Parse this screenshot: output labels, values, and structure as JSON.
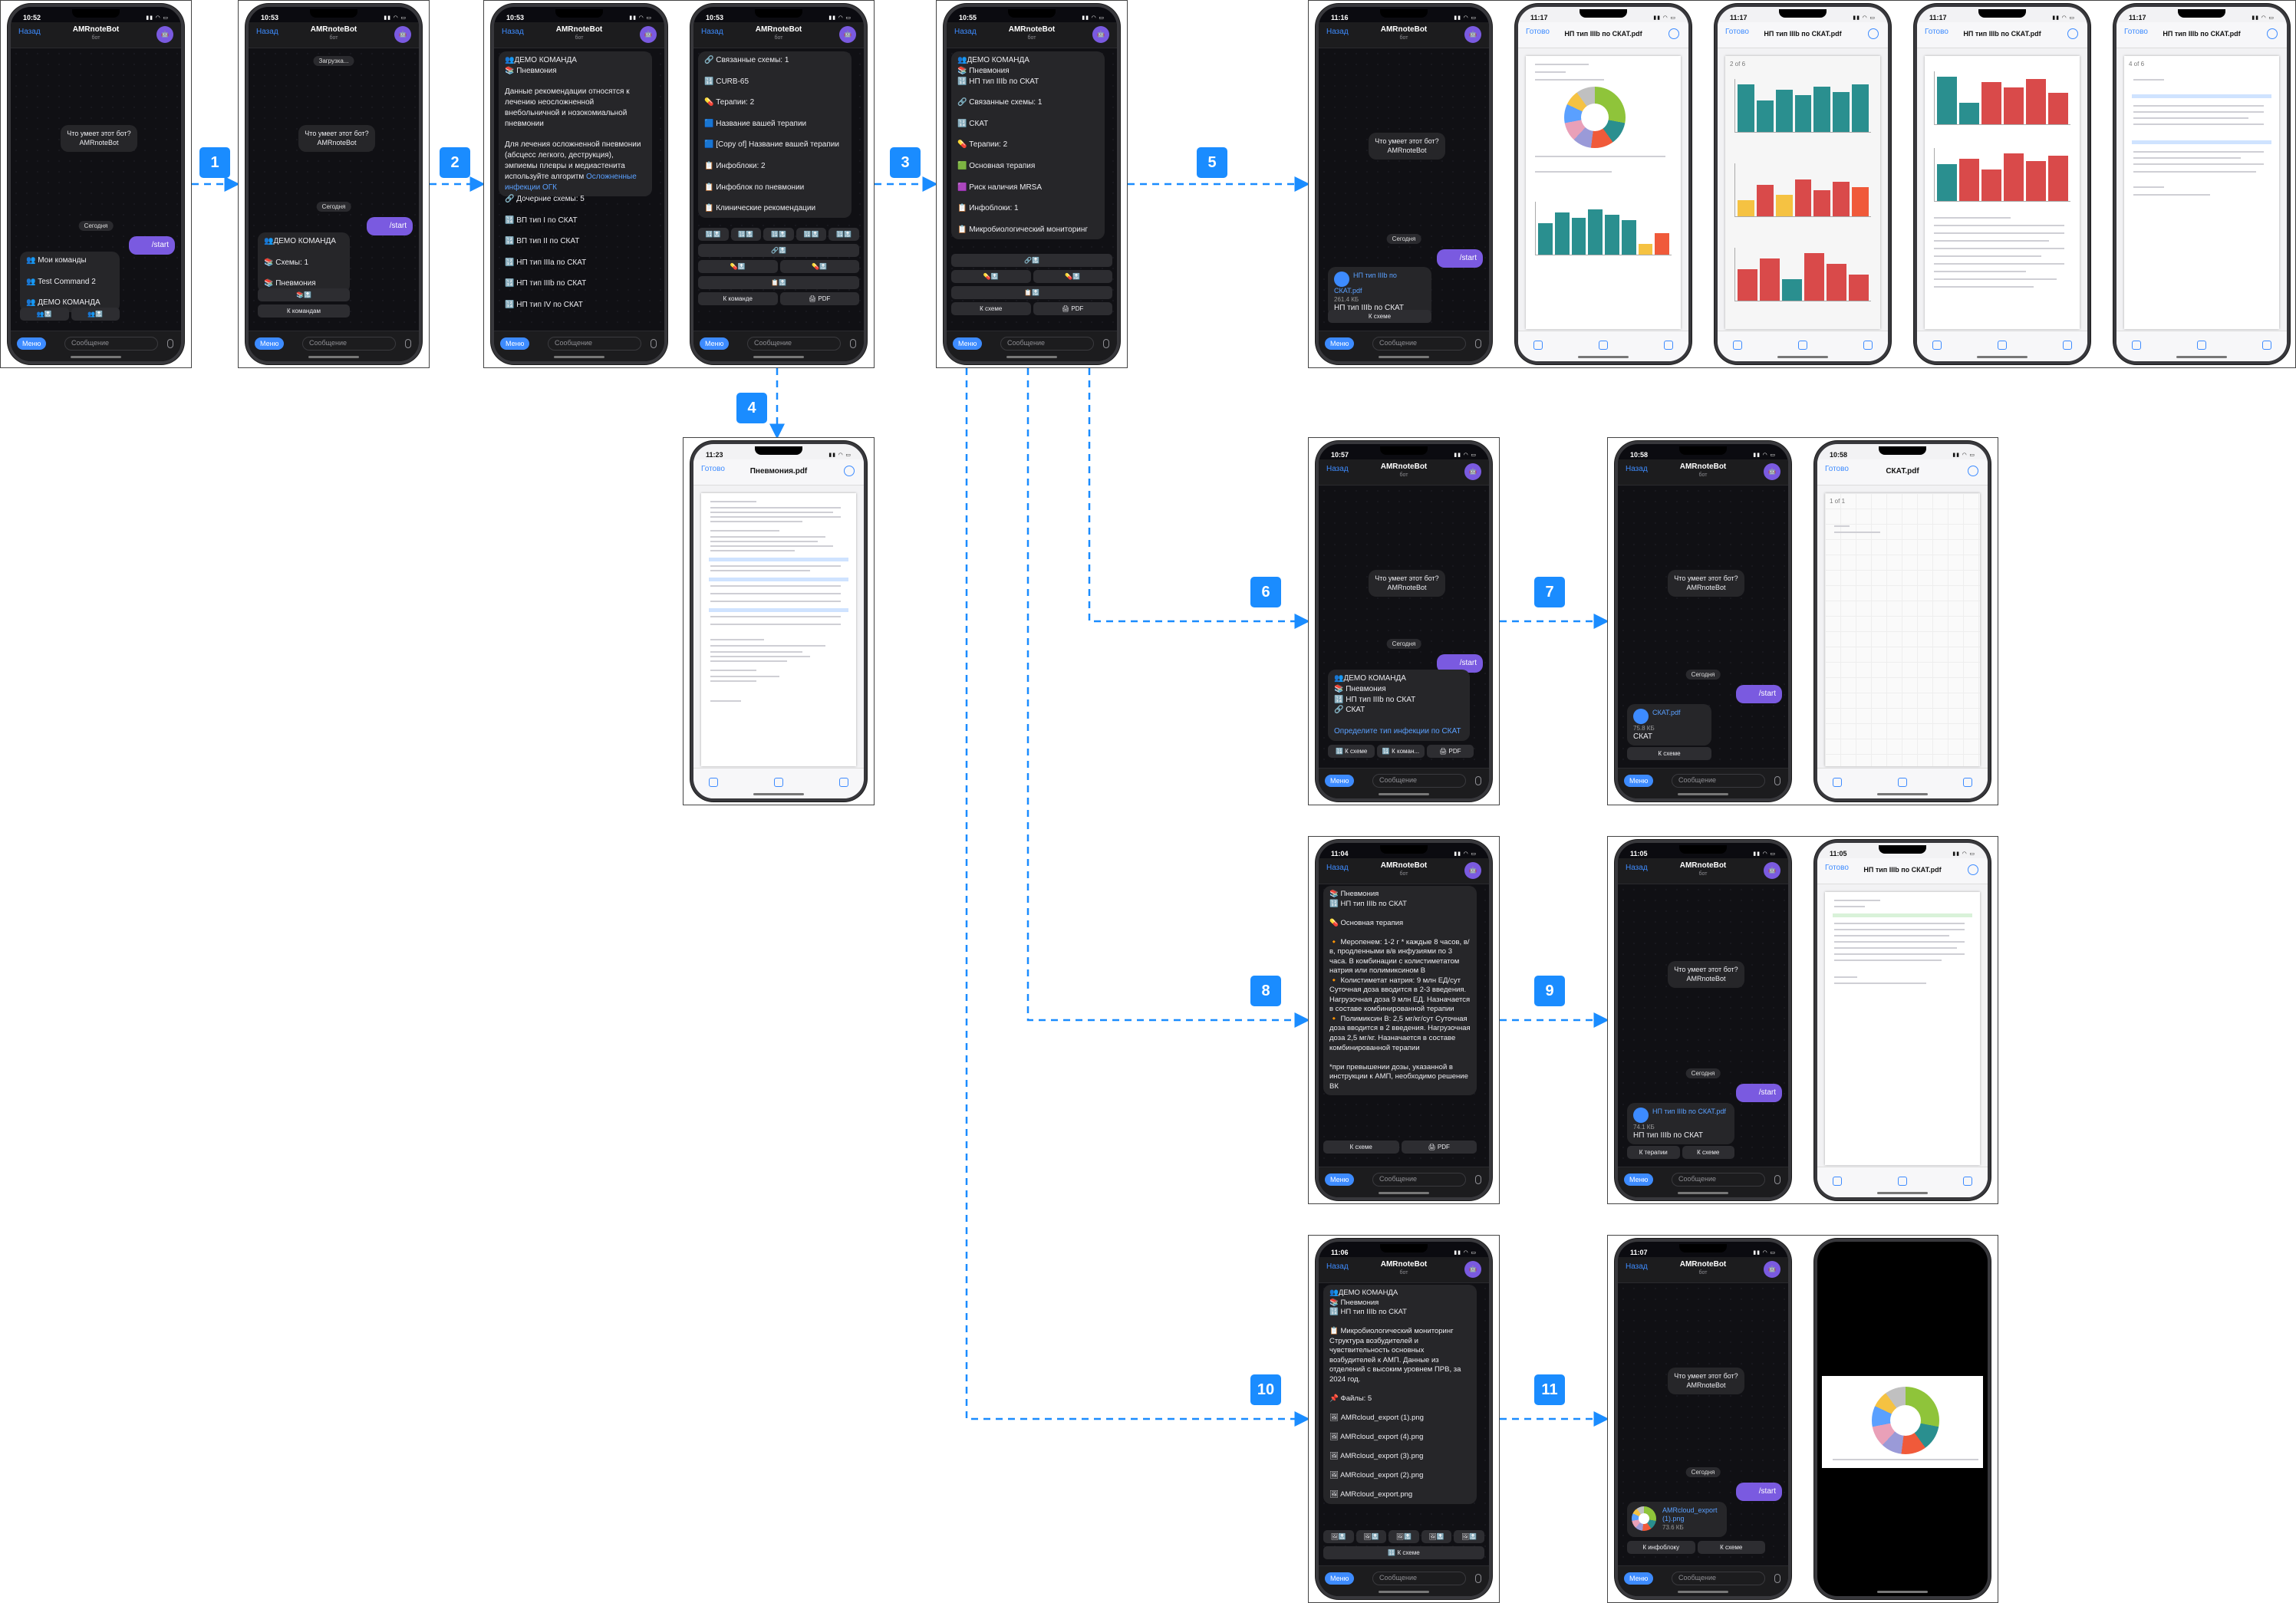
{
  "app": {
    "name": "AMRnoteBot",
    "subtitle": "бот",
    "back": "Назад",
    "menu": "Меню",
    "message_placeholder": "Сообщение",
    "done": "Готово",
    "loading": "Загрузка..."
  },
  "common": {
    "what_can": "Что умеет этот бот?\nAMRnoteBot",
    "today": "Сегодня",
    "start": "/start"
  },
  "badges": [
    "1",
    "2",
    "3",
    "4",
    "5",
    "6",
    "7",
    "8",
    "9",
    "10",
    "11"
  ],
  "s1": {
    "time": "10:52",
    "msg": "👥 Мои команды\n\n👥 Test Command 2\n\n👥 ДЕМО КОМАНДА",
    "btns": [
      "👥🔝",
      "👥🔝"
    ]
  },
  "s2": {
    "time": "10:53",
    "msg": "👥ДЕМО КОМАНДА\n\n📚 Схемы: 1\n\n📚 Пневмония",
    "btns1": [
      "📚🔝"
    ],
    "btns2": [
      "К командам"
    ]
  },
  "s3": {
    "time": "10:53",
    "msg": "👥ДЕМО КОМАНДА\n📚 Пневмония\n\nДанные рекомендации относятся к лечению неосложненной внебольничной и нозокомиальной пневмонии\n\nДля лечения осложненной пневмонии (абсцесс легкого, деструкция), эмпиемы плевры и медиастенита используйте алгоритм",
    "link": "Осложненные инфекции ОГК",
    "msg2": "🔗 Дочерние схемы: 5\n\n🔢 ВП тип I по СКАТ\n\n🔢 ВП тип II по СКАТ\n\n🔢 НП тип IIIa по СКАТ\n\n🔢 НП тип IIIb по СКАТ\n\n🔢 НП тип IV по СКАТ"
  },
  "s4": {
    "time": "10:53",
    "msg": "🔗 Связанные схемы: 1\n\n🔢 CURB-65\n\n💊 Терапии: 2\n\n🟦 Название вашей терапии\n\n🟦 [Copy of] Название вашей терапии\n\n📋 Инфоблоки: 2\n\n📋 Инфоблок по пневмонии\n\n📋 Клинические рекомендации",
    "btns1": [
      "🔢🔝",
      "🔢🔝",
      "🔢🔝",
      "🔢🔝",
      "🔢🔝"
    ],
    "btns2": [
      "🔗🔝"
    ],
    "btns3": [
      "💊🔝",
      "💊🔝"
    ],
    "btns4": [
      "📋🔝"
    ],
    "btns5": [
      "К команде",
      "🖨 PDF"
    ]
  },
  "s5": {
    "time": "10:55",
    "msg": "👥ДЕМО КОМАНДА\n📚 Пневмония\n🔢 НП тип IIIb по СКАТ\n\n🔗 Связанные схемы: 1\n\n🔢 СКАТ\n\n💊 Терапии: 2\n\n🟩 Основная терапия\n\n🟪 Риск наличия MRSA\n\n📋 Инфоблоки: 1\n\n📋 Микробиологический мониторинг",
    "btns1": [
      "🔗🔝"
    ],
    "btns2": [
      "💊🔝",
      "💊🔝"
    ],
    "btns3": [
      "📋🔝"
    ],
    "btns4": [
      "К схеме",
      "🖨 PDF"
    ]
  },
  "p4": {
    "time": "11:23",
    "title": "Пневмония.pdf"
  },
  "s6": {
    "time": "11:16",
    "file": "НП тип IIIb по СКАТ.pdf",
    "size": "261.4 КБ",
    "cap": "НП тип IIIb по СКАТ",
    "btns": [
      "К схеме"
    ]
  },
  "p5": [
    {
      "time": "11:17",
      "title": "НП тип IIIb по СКАТ.pdf"
    },
    {
      "time": "11:17",
      "title": "НП тип IIIb по СКАТ.pdf",
      "page": "2 of 6"
    },
    {
      "time": "11:17",
      "title": "НП тип IIIb по СКАТ.pdf"
    },
    {
      "time": "11:17",
      "title": "НП тип IIIb по СКАТ.pdf",
      "page": "4 of 6"
    }
  ],
  "s7": {
    "time": "10:57",
    "msg": "👥ДЕМО КОМАНДА\n📚 Пневмония\n🔢 НП тип IIIb по СКАТ\n🔗 СКАТ",
    "link": "Определите тип инфекции по СКАТ",
    "btns": [
      "🔢 К схеме",
      "🔢 К коман...",
      "🖨 PDF"
    ]
  },
  "s8": {
    "time": "10:58",
    "file": "СКАТ.pdf",
    "size": "75.8 КБ",
    "cap": "СКАТ",
    "btns": [
      "К схеме"
    ]
  },
  "p8": {
    "time": "10:58",
    "title": "СКАТ.pdf",
    "page": "1 of 1"
  },
  "s9": {
    "time": "11:04",
    "msg": "📚 Пневмония\n🔢 НП тип IIIb по СКАТ\n\n💊 Основная терапия\n\n🔸 Меропенем: 1-2 г * каждые 8 часов, в/в, продленными в/в инфузиями по 3 часа. В комбинации с колистиметатом натрия или полимиксином В\n🔸 Колистиметат натрия: 9 млн ЕД/сут Суточная доза вводится в 2-3 введения. Нагрузочная доза 9 млн ЕД. Назначается в составе комбинированной терапии\n🔸 Полимиксин В: 2,5 мг/кг/сут Суточная доза вводится в 2 введения. Нагрузочная доза 2,5 мг/кг. Назначается в составе комбинированной терапии\n\n*при превышении дозы, указанной в инструкции к АМП, необходимо решение ВК",
    "btns": [
      "К схеме",
      "🖨 PDF"
    ]
  },
  "s10": {
    "time": "11:05",
    "file": "НП тип IIIb по СКАТ.pdf",
    "size": "74.1 КБ",
    "cap": "НП тип IIIb по СКАТ",
    "btns": [
      "К терапии",
      "К схеме"
    ]
  },
  "p10": {
    "time": "11:05",
    "title": "НП тип IIIb по СКАТ.pdf"
  },
  "s11": {
    "time": "11:06",
    "msg": "👥ДЕМО КОМАНДА\n📚 Пневмония\n🔢 НП тип IIIb по СКАТ\n\n📋 Микробиологический мониторинг\nСтруктура возбудителей и чувствительность основных возбудителей к АМП. Данные из отделений с высоким уровнем ПРВ, за 2024 год.\n\n📌 Файлы: 5\n\n🖼 AMRcloud_export (1).png\n\n🖼 AMRcloud_export (4).png\n\n🖼 AMRcloud_export (3).png\n\n🖼 AMRcloud_export (2).png\n\n🖼 AMRcloud_export.png",
    "btns1": [
      "🖼🔝",
      "🖼🔝",
      "🖼🔝",
      "🖼🔝",
      "🖼🔝"
    ],
    "btns2": [
      "🔢 К схеме"
    ]
  },
  "s12": {
    "time": "11:07",
    "file": "AMRcloud_export (1).png",
    "size": "73.6 КБ",
    "btns": [
      "К инфоблоку",
      "К схеме"
    ]
  },
  "colors": {
    "accent": "#1a8cff",
    "purple": "#7a5ae0",
    "link": "#3d8bff"
  }
}
